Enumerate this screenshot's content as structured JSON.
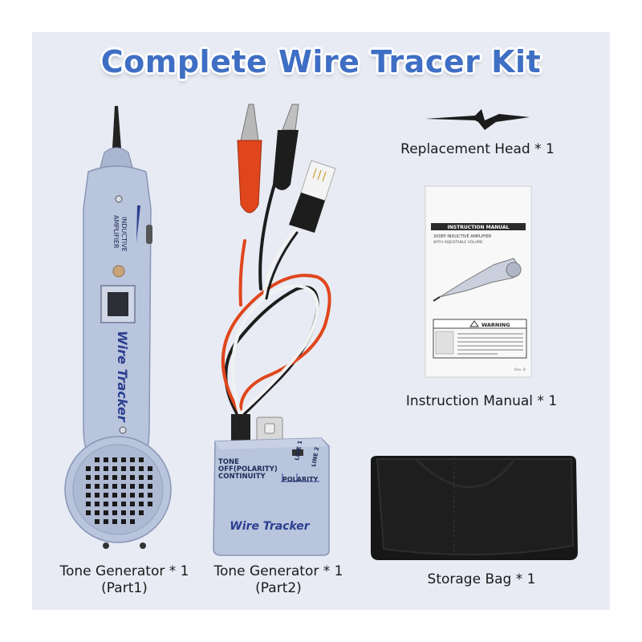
{
  "title": "Complete Wire Tracer Kit",
  "items": {
    "replacement_head": "Replacement Head * 1",
    "manual": "Instruction Manual * 1",
    "storage_bag": "Storage Bag * 1",
    "probe_line1": "Tone Generator * 1",
    "probe_line2": "(Part1)",
    "generator_line1": "Tone Generator * 1",
    "generator_line2": "(Part2)"
  },
  "probe": {
    "brand": "Wire Tracker",
    "label_line1": "INDUCTIVE",
    "label_line2": "AMPLIFIER"
  },
  "generator": {
    "brand": "Wire Tracker",
    "switch_tone": "TONE",
    "switch_off": "OFF(POLARITY)",
    "switch_continuity": "CONTINUITY",
    "line1": "LINE 1",
    "line2": "LINE 2",
    "polarity": "POLARITY"
  },
  "manual_sheet": {
    "header": "INSTRUCTION MANUAL",
    "model": "200EP INDUCTIVE AMPLIFIER",
    "subtitle": "WITH ADJUSTABLE VOLUME",
    "warning": "WARNING",
    "rev": "Rev. B"
  },
  "colors": {
    "title": "#3f6fc4",
    "background": "#e8ebf4",
    "device": "#b9c4dd",
    "brand_text": "#2a3f8f"
  }
}
